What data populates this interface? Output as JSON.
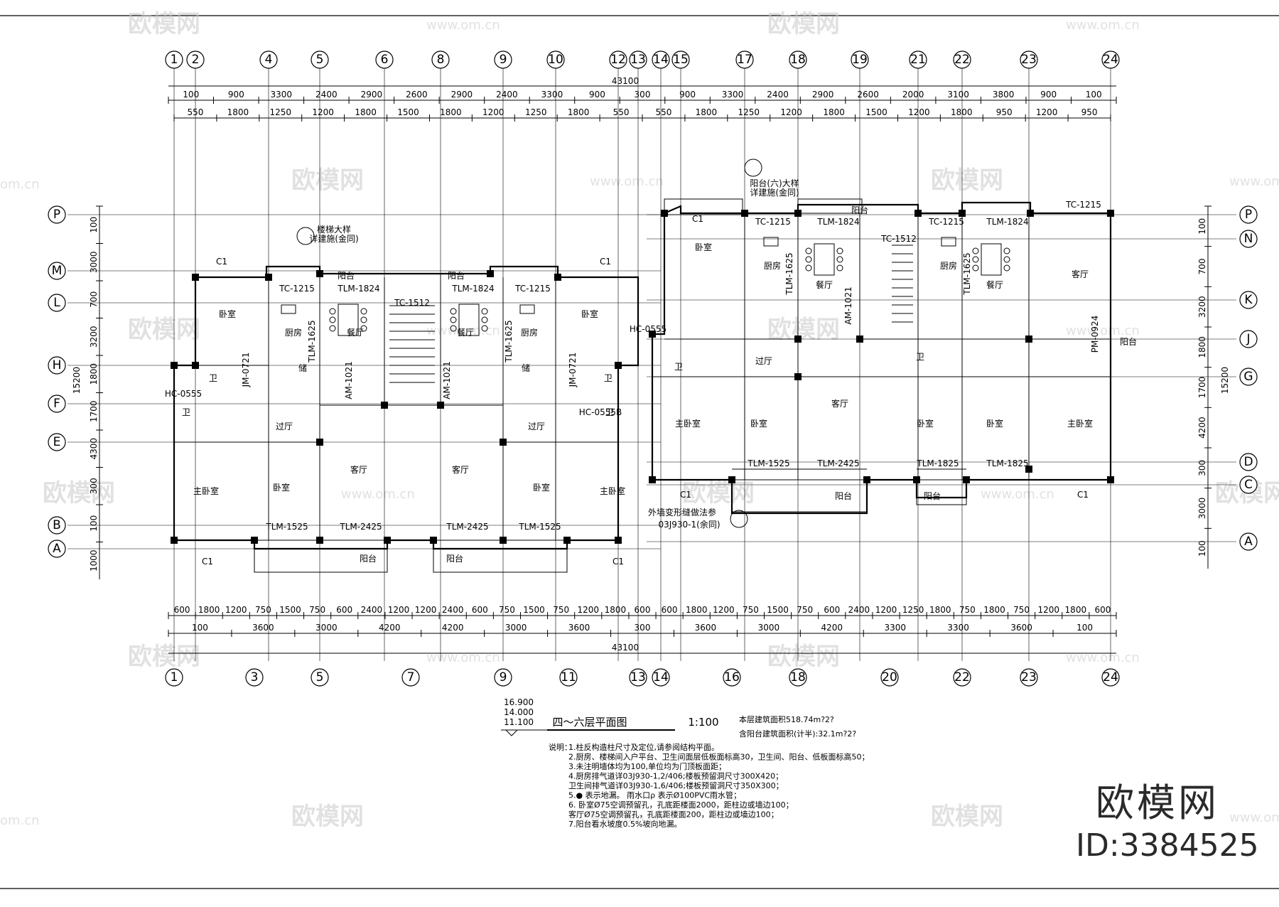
{
  "drawing": {
    "title": "四～六层平面图",
    "scale": "1:100",
    "area_note": "本层建筑面积518.74m?2?",
    "balcony_note": "含阳台建筑面积(计半):32.1m?2?",
    "levels": [
      "16.900",
      "14.000",
      "11.100"
    ],
    "total_dim": "43100",
    "depth_dim": "15200"
  },
  "axes": {
    "top": [
      "1",
      "2",
      "4",
      "5",
      "6",
      "8",
      "9",
      "10",
      "12",
      "13",
      "14",
      "15",
      "17",
      "18",
      "19",
      "21",
      "22",
      "23",
      "24"
    ],
    "bottom": [
      "1",
      "3",
      "5",
      "7",
      "9",
      "11",
      "13",
      "14",
      "16",
      "18",
      "20",
      "22",
      "23",
      "24"
    ],
    "left": [
      "P",
      "M",
      "L",
      "H",
      "F",
      "E",
      "B",
      "A"
    ],
    "right": [
      "P",
      "N",
      "K",
      "J",
      "G",
      "D",
      "C",
      "A"
    ]
  },
  "top_dims_1": [
    "100",
    "900",
    "3300",
    "2400",
    "2900",
    "2600",
    "2900",
    "2400",
    "3300",
    "900",
    "300",
    "900",
    "3300",
    "2400",
    "2900",
    "2600",
    "2000",
    "3100",
    "3800",
    "900",
    "100"
  ],
  "top_dims_2": [
    "550",
    "1800",
    "1250",
    "1200",
    "1800",
    "1500",
    "1800",
    "1200",
    "1250",
    "1800",
    "550",
    "550",
    "1800",
    "1250",
    "1200",
    "1800",
    "1500",
    "1200",
    "1800",
    "950",
    "1200",
    "950"
  ],
  "bottom_dims_1": [
    "600",
    "1800",
    "1200",
    "750",
    "1500",
    "750",
    "600",
    "2400",
    "1200",
    "1200",
    "2400",
    "600",
    "750",
    "1500",
    "750",
    "1200",
    "1800",
    "600",
    "600",
    "1800",
    "1200",
    "750",
    "1500",
    "750",
    "600",
    "2400",
    "1200",
    "1250",
    "1800",
    "750",
    "1800",
    "750",
    "1200",
    "1800",
    "600"
  ],
  "bottom_dims_2": [
    "100",
    "3600",
    "3000",
    "4200",
    "4200",
    "3000",
    "3600",
    "300",
    "3600",
    "3000",
    "4200",
    "3300",
    "3300",
    "3600",
    "100"
  ],
  "left_dims": [
    "100",
    "3000",
    "700",
    "3200",
    "1800",
    "1700",
    "4300",
    "300",
    "100",
    "1000"
  ],
  "right_dims": [
    "100",
    "700",
    "3200",
    "1800",
    "1700",
    "4200",
    "300",
    "3000",
    "100"
  ],
  "rooms": {
    "bedroom": "卧室",
    "master": "主卧室",
    "kitchen": "厨房",
    "dining": "餐厅",
    "living": "客厅",
    "hall": "过厅",
    "bath": "卫",
    "balcony": "阳台",
    "storage": "储"
  },
  "tags": {
    "c1": "C1",
    "tc1215": "TC-1215",
    "tc1512": "TC-1512",
    "tlm1824": "TLM-1824",
    "tlm1625": "TLM-1625",
    "tlm1525": "TLM-1525",
    "tlm2425": "TLM-2425",
    "tlm1825": "TLM-1825",
    "am1021": "AM-1021",
    "jm0721": "JM-0721",
    "hc0555": "HC-0555",
    "hc0555b": "HC-0555B",
    "pm0924": "PM-0924",
    "stair_ref": "楼梯大样",
    "stair_note": "详建施(金同)",
    "balc_ref": "阳台(六)大样",
    "outer_ref": "外墙变形缝做法参",
    "outer_code": "03J930-1(余同)"
  },
  "notes_title": "说明：",
  "notes": [
    "1.柱反构造柱尺寸及定位,请参阅结构平面。",
    "2.厨房、楼梯间入户平台、卫生间面层低板面标高30，卫生间、阳台、低板面标高50；",
    "3.未注明墙体均为100,单位均为门顶板面距；",
    "4.厨房排气道详03J930-1,2/406;楼板预留洞尺寸300X420；",
    "  卫生间排气道详03J930-1,6/406;楼板预留洞尺寸350X300；",
    "5.● 表示地漏。 雨水口ρ 表示Ø100PVC雨水管；",
    "6. 卧室Ø75空调预留孔，孔底距楼面2000，距柱边或墙边100；",
    "   客厅Ø75空调预留孔，孔底距楼面200，距柱边或墙边100；",
    "7.阳台看水坡度0.5%坡向地漏。"
  ],
  "brand": {
    "logo": "欧模网",
    "id": "ID:3384525",
    "wm": "欧模网",
    "wm_url": "www.om.cn",
    "wm_short": "om.cn"
  }
}
